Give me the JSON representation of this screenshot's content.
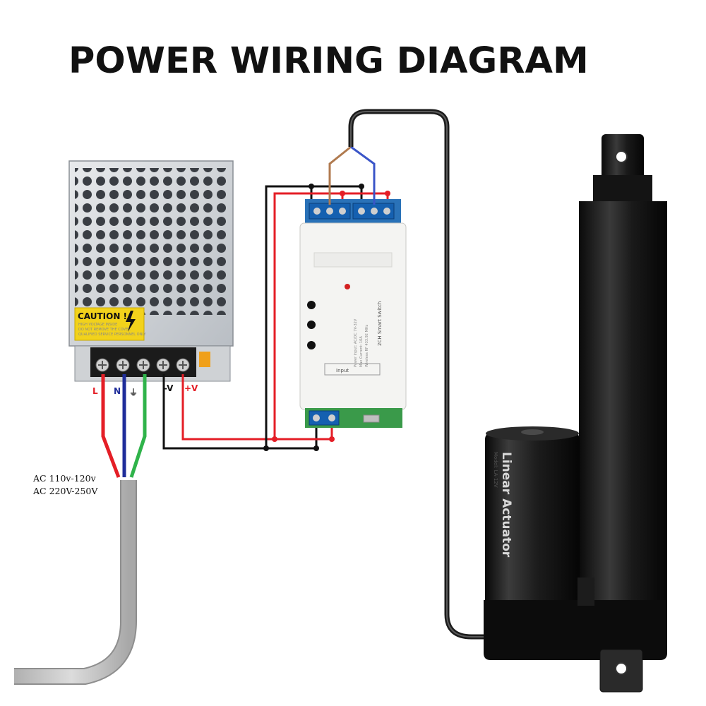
{
  "diagram": {
    "title": "POWER WIRING DIAGRAM",
    "power_supply": {
      "caution_label": "CAUTION !",
      "caution_lines": [
        "HIGH VOLTAGE INSIDE",
        "DO NOT REMOVE THE COVER",
        "QUALIFIED SERVICE PERSONNEL ONLY"
      ],
      "terminals": [
        "L",
        "N",
        "⏚",
        "-V",
        "+V"
      ]
    },
    "ac_input": [
      "AC 110v-120v",
      "AC 220V-250V"
    ],
    "smart_switch": {
      "name": "2CH Smart Switch",
      "input_label": "Input",
      "spec_lines": [
        "Power Input: AC/DC 7V-32V",
        "Max Current: 10A",
        "Wireless RF 433.92 MHz"
      ]
    },
    "actuator": {
      "label": "Linear Actuator",
      "model": "Model: LA-12V"
    },
    "colors": {
      "live": "#e41e26",
      "neutral": "#1f2d9a",
      "earth": "#2fb34a",
      "negative": "#111111",
      "positive": "#e41e26",
      "motor_a": "#b07a4f",
      "motor_b": "#3a55c8",
      "cable": "#c8c8c8"
    }
  }
}
